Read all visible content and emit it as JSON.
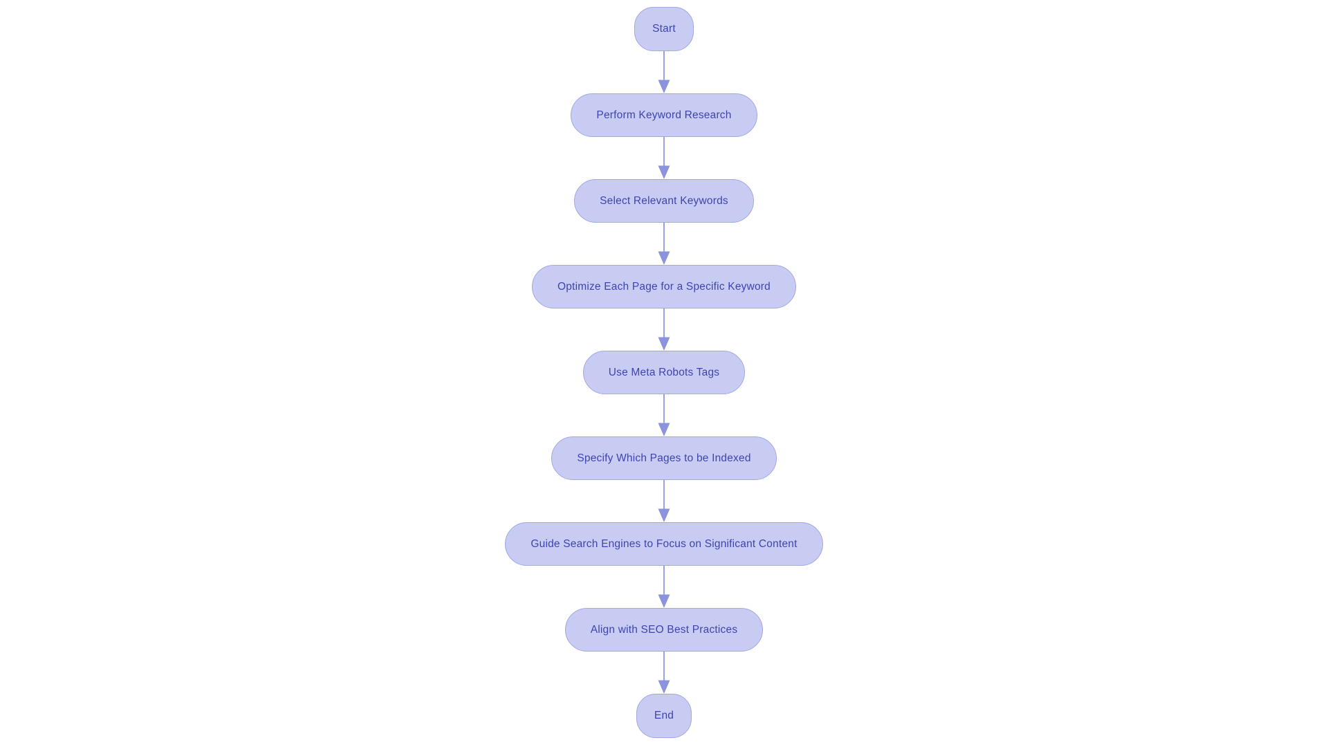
{
  "diagram": {
    "type": "flowchart",
    "direction": "top-down",
    "colors": {
      "background": "#ffffff",
      "node_fill": "#c9ccf2",
      "node_border": "#9fa8e4",
      "node_text": "#3d43b0",
      "arrow_line": "#9aa1e5",
      "arrow_head": "#8b93de"
    },
    "nodes": [
      {
        "id": "start",
        "label": "Start",
        "shape": "terminal"
      },
      {
        "id": "perform-keyword-research",
        "label": "Perform Keyword Research",
        "shape": "process"
      },
      {
        "id": "select-relevant-keywords",
        "label": "Select Relevant Keywords",
        "shape": "process"
      },
      {
        "id": "optimize-each-page-for-a-specific-keyword",
        "label": "Optimize Each Page for a Specific Keyword",
        "shape": "process"
      },
      {
        "id": "use-meta-robots-tags",
        "label": "Use Meta Robots Tags",
        "shape": "process"
      },
      {
        "id": "specify-which-pages-to-be-indexed",
        "label": "Specify Which Pages to be Indexed",
        "shape": "process"
      },
      {
        "id": "guide-search-engines-to-focus-on-significant-content",
        "label": "Guide Search Engines to Focus on Significant Content",
        "shape": "process"
      },
      {
        "id": "align-with-seo-best-practices",
        "label": "Align with SEO Best Practices",
        "shape": "process"
      },
      {
        "id": "end",
        "label": "End",
        "shape": "terminal"
      }
    ],
    "edges": [
      {
        "from": "start",
        "to": "perform-keyword-research"
      },
      {
        "from": "perform-keyword-research",
        "to": "select-relevant-keywords"
      },
      {
        "from": "select-relevant-keywords",
        "to": "optimize-each-page-for-a-specific-keyword"
      },
      {
        "from": "optimize-each-page-for-a-specific-keyword",
        "to": "use-meta-robots-tags"
      },
      {
        "from": "use-meta-robots-tags",
        "to": "specify-which-pages-to-be-indexed"
      },
      {
        "from": "specify-which-pages-to-be-indexed",
        "to": "guide-search-engines-to-focus-on-significant-content"
      },
      {
        "from": "guide-search-engines-to-focus-on-significant-content",
        "to": "align-with-seo-best-practices"
      },
      {
        "from": "align-with-seo-best-practices",
        "to": "end"
      }
    ]
  }
}
